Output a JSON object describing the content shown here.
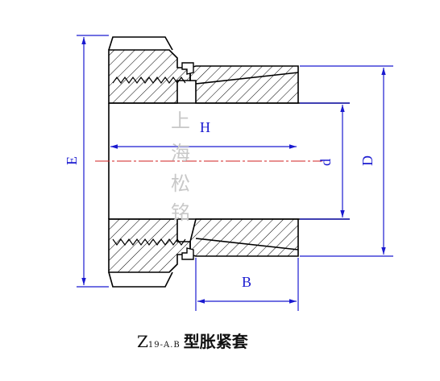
{
  "labels": {
    "E": "E",
    "H": "H",
    "d": "d",
    "D": "D",
    "B": "B"
  },
  "watermark": [
    "上",
    "海",
    "松",
    "铭"
  ],
  "caption": {
    "main": "Z",
    "sub": "19-A.B",
    "text": "型胀紧套"
  },
  "colors": {
    "outline": "#000000",
    "hatch": "#000000",
    "dimension": "#1a1ad0",
    "centerline": "#d02020",
    "watermark": "#c8c8c8"
  }
}
